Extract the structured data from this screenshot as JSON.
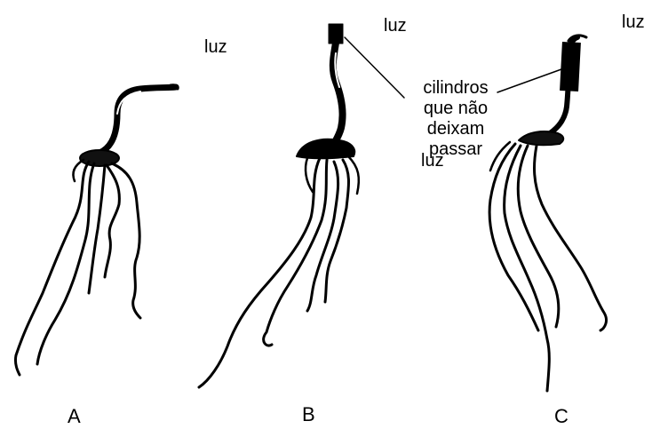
{
  "labels": {
    "luz_a": "luz",
    "luz_b": "luz",
    "luz_c": "luz",
    "luz_b2": "luz",
    "cilindros_line1": "cilindros",
    "cilindros_line2": "que não",
    "cilindros_line3": "deixam passar",
    "panel_a": "A",
    "panel_b": "B",
    "panel_c": "C"
  },
  "colors": {
    "ink": "#000000",
    "background": "#ffffff"
  }
}
